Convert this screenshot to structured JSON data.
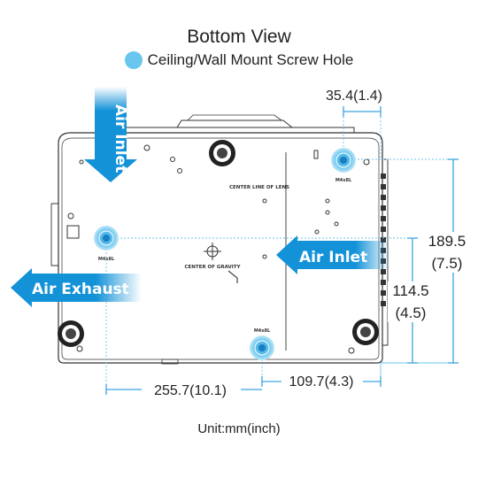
{
  "title": "Bottom View",
  "legend": {
    "label": "Ceiling/Wall Mount Screw Hole",
    "color": "#69c6ee"
  },
  "labels": {
    "air_inlet_top": "Air Inlet",
    "air_inlet_right": "Air Inlet",
    "air_exhaust": "Air Exhaust",
    "center_line_of_lens": "CENTER LINE OF LENS",
    "center_of_gravity": "CENTER OF GRAVITY",
    "screw_spec": "M4x8L"
  },
  "dimensions": {
    "top_right": "35.4(1.4)",
    "right_outer_mm": "189.5",
    "right_outer_in": "(7.5)",
    "right_inner_mm": "114.5",
    "right_inner_in": "(4.5)",
    "bottom_right": "109.7(4.3)",
    "bottom_left": "255.7(10.1)"
  },
  "unit": "Unit:mm(inch)",
  "colors": {
    "arrow": "#1492d8",
    "dim_line": "#3aa3e0",
    "screw": "#69c6ee"
  }
}
